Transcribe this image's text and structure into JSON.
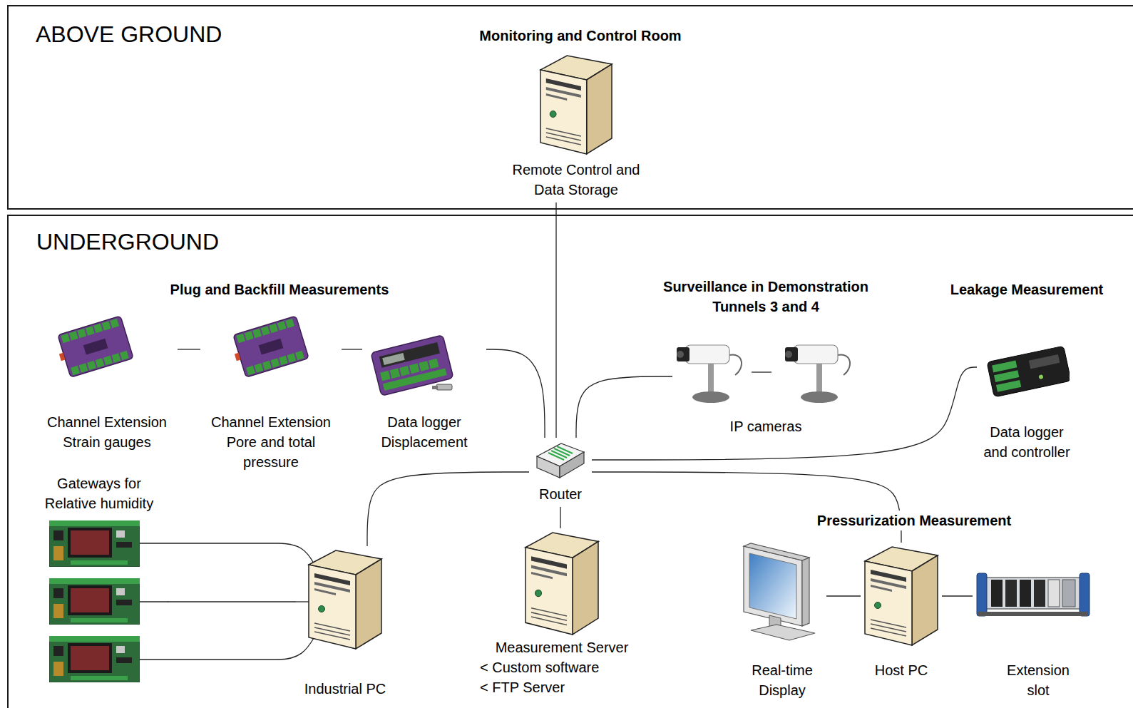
{
  "diagram": {
    "nodes": [
      {
        "text": [
          "ABOVE GROUND"
        ]
      },
      {
        "text": [
          "Remote Control and Data Storage"
        ],
        "in": 0
      },
      {
        "text": [
          "UNDERGROUND"
        ]
      },
      {
        "text": [
          "Channel Extension Strain gauges"
        ],
        "in": 2
      },
      {
        "text": [
          "Channel Extension Pore and total pressure"
        ],
        "in": 2
      },
      {
        "text": [
          "Data logger Displacement"
        ],
        "in": 2
      },
      {
        "text": [
          "IP cameras"
        ],
        "in": 2
      },
      {
        "text": [
          "Data logger and controller"
        ],
        "in": 2
      },
      {
        "text": [
          "Gateways for Relative humidity"
        ],
        "in": 2
      },
      {
        "text": [
          "Router"
        ],
        "in": 2
      },
      {
        "text": [
          "Industrial PC"
        ],
        "in": 2
      },
      {
        "text": [
          "Measurement Server",
          "< Custom software",
          "< FTP Server"
        ],
        "in": 2
      },
      {
        "text": [
          "Real-time Display"
        ],
        "in": 2
      },
      {
        "text": [
          "Host PC"
        ],
        "in": 2
      },
      {
        "text": [
          "Extension slot"
        ],
        "in": 2
      }
    ],
    "edges": [
      {
        "from": 1,
        "to": 9,
        "arrow": "none"
      },
      {
        "from": 3,
        "to": 4,
        "arrow": "none"
      },
      {
        "from": 4,
        "to": 5,
        "arrow": "none"
      },
      {
        "from": 5,
        "to": 9,
        "arrow": "none"
      },
      {
        "from": 9,
        "to": 6,
        "arrow": "none"
      },
      {
        "from": 9,
        "to": 7,
        "arrow": "none"
      },
      {
        "from": 8,
        "to": 10,
        "arrow": "none"
      },
      {
        "from": 10,
        "to": 9,
        "arrow": "none"
      },
      {
        "from": 9,
        "to": 11,
        "arrow": "none"
      },
      {
        "from": 9,
        "to": 13,
        "arrow": "none"
      },
      {
        "from": 12,
        "to": 13,
        "arrow": "none"
      },
      {
        "from": 13,
        "to": 14,
        "arrow": "none"
      }
    ],
    "labels": [
      "Monitoring and Control Room",
      "Plug and Backfill Measurements",
      "Surveillance in Demonstration Tunnels 3 and 4",
      "Leakage Measurement",
      "Pressurization Measurement"
    ]
  }
}
